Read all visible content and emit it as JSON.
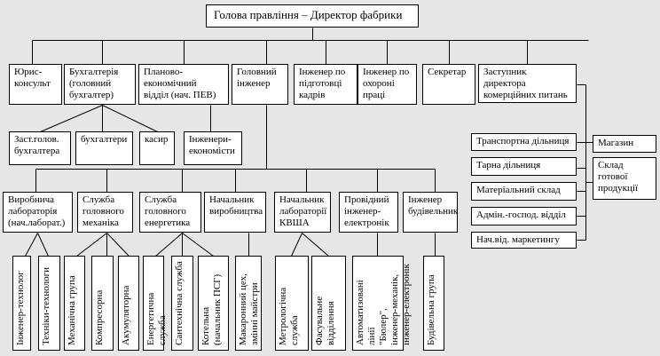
{
  "director": "Голова правління – Директор фабрики",
  "level2": [
    "Юрис-\nконсульт",
    "Бухгалтерія\n(головний\nбухгалтер)",
    "Планово-\nекономічний\nвідділ (нач. ПЕВ)",
    "Головний\nінженер",
    "Інженер по\nпідготовці\nкадрів",
    "Інженер по\nохороні\nпраці",
    "Секретар",
    "Заступник\nдиректора\nкомерційних питань"
  ],
  "accounting_staff": [
    "Заст.голов.\nбухгалтера",
    "бухгалтери",
    "касир"
  ],
  "planning_staff": [
    "Інженери-\nекономісти"
  ],
  "commercial_units": [
    "Транспортна дільниця",
    "Тарна дільниця",
    "Матеріальний склад",
    "Адмін.-господ. відділ",
    "Нач.від. маркетингу"
  ],
  "commercial_side": [
    "Магазин",
    "Склад\nготової\nпродукції"
  ],
  "engineering_units": [
    "Виробнича\nлабораторія\n(нач.лаборат.)",
    "Служба\nголовного\nмеханіка",
    "Служба\nголовного\nенергетика",
    "Начальник\nвиробництва",
    "Начальник\nлабораторії\nКВША",
    "Провідний\nінженер-\nелектронік",
    "Інженер\nбудівельник"
  ],
  "engineering_sub": [
    "Інженер-технолог",
    "Техніки-технологи",
    "Механічна група",
    "Компресорна",
    "Акумуляторна",
    "Енергетична служба",
    "Сантехнічна служба",
    "Котельна\n(начальник ПСГ)",
    "Макаронний цех,\nзмінні майстри",
    "Метрологічна\nслужба",
    "Фасувальне\nвідділення",
    "Автоматизовані лінії\n\"Бюлер\",\nінженер-механік,\nінженер-електронік",
    "Будівельна група"
  ]
}
